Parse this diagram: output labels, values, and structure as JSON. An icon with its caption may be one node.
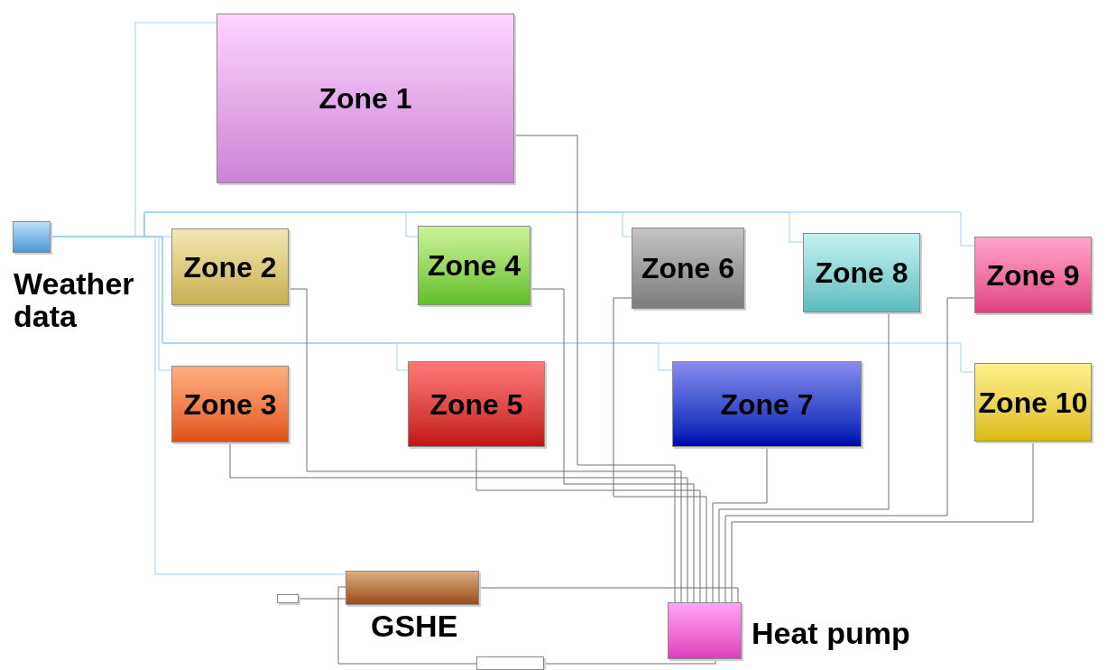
{
  "diagram": {
    "nodes": [
      {
        "text": [
          "Weather data"
        ]
      },
      {
        "text": [
          "Zone 1"
        ]
      },
      {
        "text": [
          "Zone 2"
        ]
      },
      {
        "text": [
          "Zone 3"
        ]
      },
      {
        "text": [
          "Zone 4"
        ]
      },
      {
        "text": [
          "Zone 5"
        ]
      },
      {
        "text": [
          "Zone 6"
        ]
      },
      {
        "text": [
          "Zone 7"
        ]
      },
      {
        "text": [
          "Zone 8"
        ]
      },
      {
        "text": [
          "Zone 9"
        ]
      },
      {
        "text": [
          "Zone 10"
        ]
      },
      {
        "text": [
          "GSHE"
        ]
      },
      {
        "text": [],
        "shape": "box"
      },
      {
        "text": [
          "Heat pump"
        ]
      },
      {
        "text": [],
        "shape": "box"
      }
    ],
    "edges": [
      {
        "from": 0,
        "to": 1,
        "arrow": "none",
        "color": "#9fd0f5"
      },
      {
        "from": 0,
        "to": 2,
        "arrow": "none",
        "color": "#9fd0f5"
      },
      {
        "from": 0,
        "to": 3,
        "arrow": "none",
        "color": "#9fd0f5"
      },
      {
        "from": 0,
        "to": 4,
        "arrow": "none",
        "color": "#9fd0f5"
      },
      {
        "from": 0,
        "to": 5,
        "arrow": "none",
        "color": "#9fd0f5"
      },
      {
        "from": 0,
        "to": 6,
        "arrow": "none",
        "color": "#9fd0f5"
      },
      {
        "from": 0,
        "to": 7,
        "arrow": "none",
        "color": "#9fd0f5"
      },
      {
        "from": 0,
        "to": 8,
        "arrow": "none",
        "color": "#9fd0f5"
      },
      {
        "from": 0,
        "to": 9,
        "arrow": "none",
        "color": "#9fd0f5"
      },
      {
        "from": 0,
        "to": 10,
        "arrow": "none",
        "color": "#9fd0f5"
      },
      {
        "from": 0,
        "to": 11,
        "arrow": "none",
        "color": "#9fd0f5"
      },
      {
        "from": 1,
        "to": 13,
        "arrow": "none"
      },
      {
        "from": 2,
        "to": 13,
        "arrow": "none"
      },
      {
        "from": 3,
        "to": 13,
        "arrow": "none"
      },
      {
        "from": 4,
        "to": 13,
        "arrow": "none"
      },
      {
        "from": 5,
        "to": 13,
        "arrow": "none"
      },
      {
        "from": 6,
        "to": 13,
        "arrow": "none"
      },
      {
        "from": 7,
        "to": 13,
        "arrow": "none"
      },
      {
        "from": 8,
        "to": 13,
        "arrow": "none"
      },
      {
        "from": 9,
        "to": 13,
        "arrow": "none"
      },
      {
        "from": 10,
        "to": 13,
        "arrow": "none"
      },
      {
        "from": 12,
        "to": 11,
        "arrow": "none"
      },
      {
        "from": 11,
        "to": 13,
        "arrow": "none"
      },
      {
        "from": 13,
        "to": 14,
        "arrow": "none"
      },
      {
        "from": 14,
        "to": 11,
        "arrow": "none"
      }
    ]
  }
}
